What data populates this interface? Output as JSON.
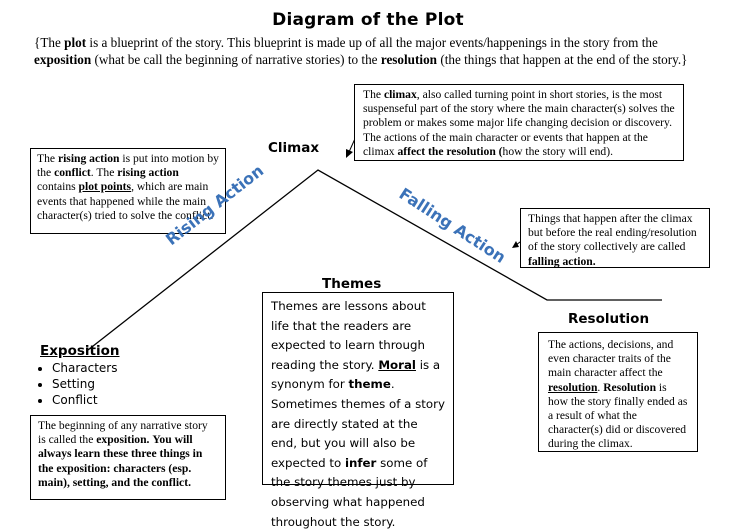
{
  "title": "Diagram of the Plot",
  "intro": {
    "p1": "{The ",
    "b1": "plot",
    "p2": " is a blueprint of the story.  This blueprint is made up of all the major events/happenings in the story from the ",
    "b2": "exposition",
    "p3": " (what be call the beginning of narrative stories) to the ",
    "b3": "resolution",
    "p4": " (the things that happen at the end of the story.}"
  },
  "labels": {
    "climax": "Climax",
    "rising_action": "Rising Action",
    "falling_action": "Falling Action",
    "themes": "Themes",
    "resolution": "Resolution",
    "exposition": "Exposition"
  },
  "exposition_items": [
    "Characters",
    "Setting",
    "Conflict"
  ],
  "climax_box": {
    "p1": "The ",
    "b1": "climax",
    "p2": ", also called turning point in short stories, is the most suspenseful part of the story where the main character(s) solves the problem or makes some major life changing decision or discovery.  The actions of the main character or events that happen at the climax ",
    "b2": "affect the resolution (",
    "p3": "how the story will  end)."
  },
  "rising_box": {
    "p1": "The ",
    "b1": "rising action",
    "p2": " is put into motion by the ",
    "b2": "conflict",
    "p3": ". The ",
    "b3": "rising action",
    "p4": " contains ",
    "b4": "plot points",
    "p5": ", which are main events that happened while the main character(s) tried to solve the conflict."
  },
  "falling_box": {
    "p1": "Things that happen after the climax but before the real ending/resolution of the story collectively are called ",
    "b1": "falling action."
  },
  "themes_box": {
    "p1": "Themes are lessons about life that the readers are expected to learn through reading the story.  ",
    "b1": "Moral",
    "p2": " is a synonym for ",
    "b2": "theme",
    "p3": ". Sometimes themes of a story are directly stated at the end, but you will also be expected to ",
    "b3": "infer",
    "p4": " some of the story themes just by observing what happened throughout the story."
  },
  "resolution_box": {
    "p1": "The actions, decisions, and even character traits of the main character affect the ",
    "b1": "resolution",
    "p2": ".  ",
    "b2": "Resolution",
    "p3": " is how the story finally ended as a result of what the character(s) did or discovered during the climax."
  },
  "exposition_box": {
    "p1": "The beginning of any narrative story is  called the ",
    "b1": "exposition.",
    "p2": " ",
    "b2": "You will always learn these three things in the exposition: characters (esp. main), setting, and the conflict."
  }
}
